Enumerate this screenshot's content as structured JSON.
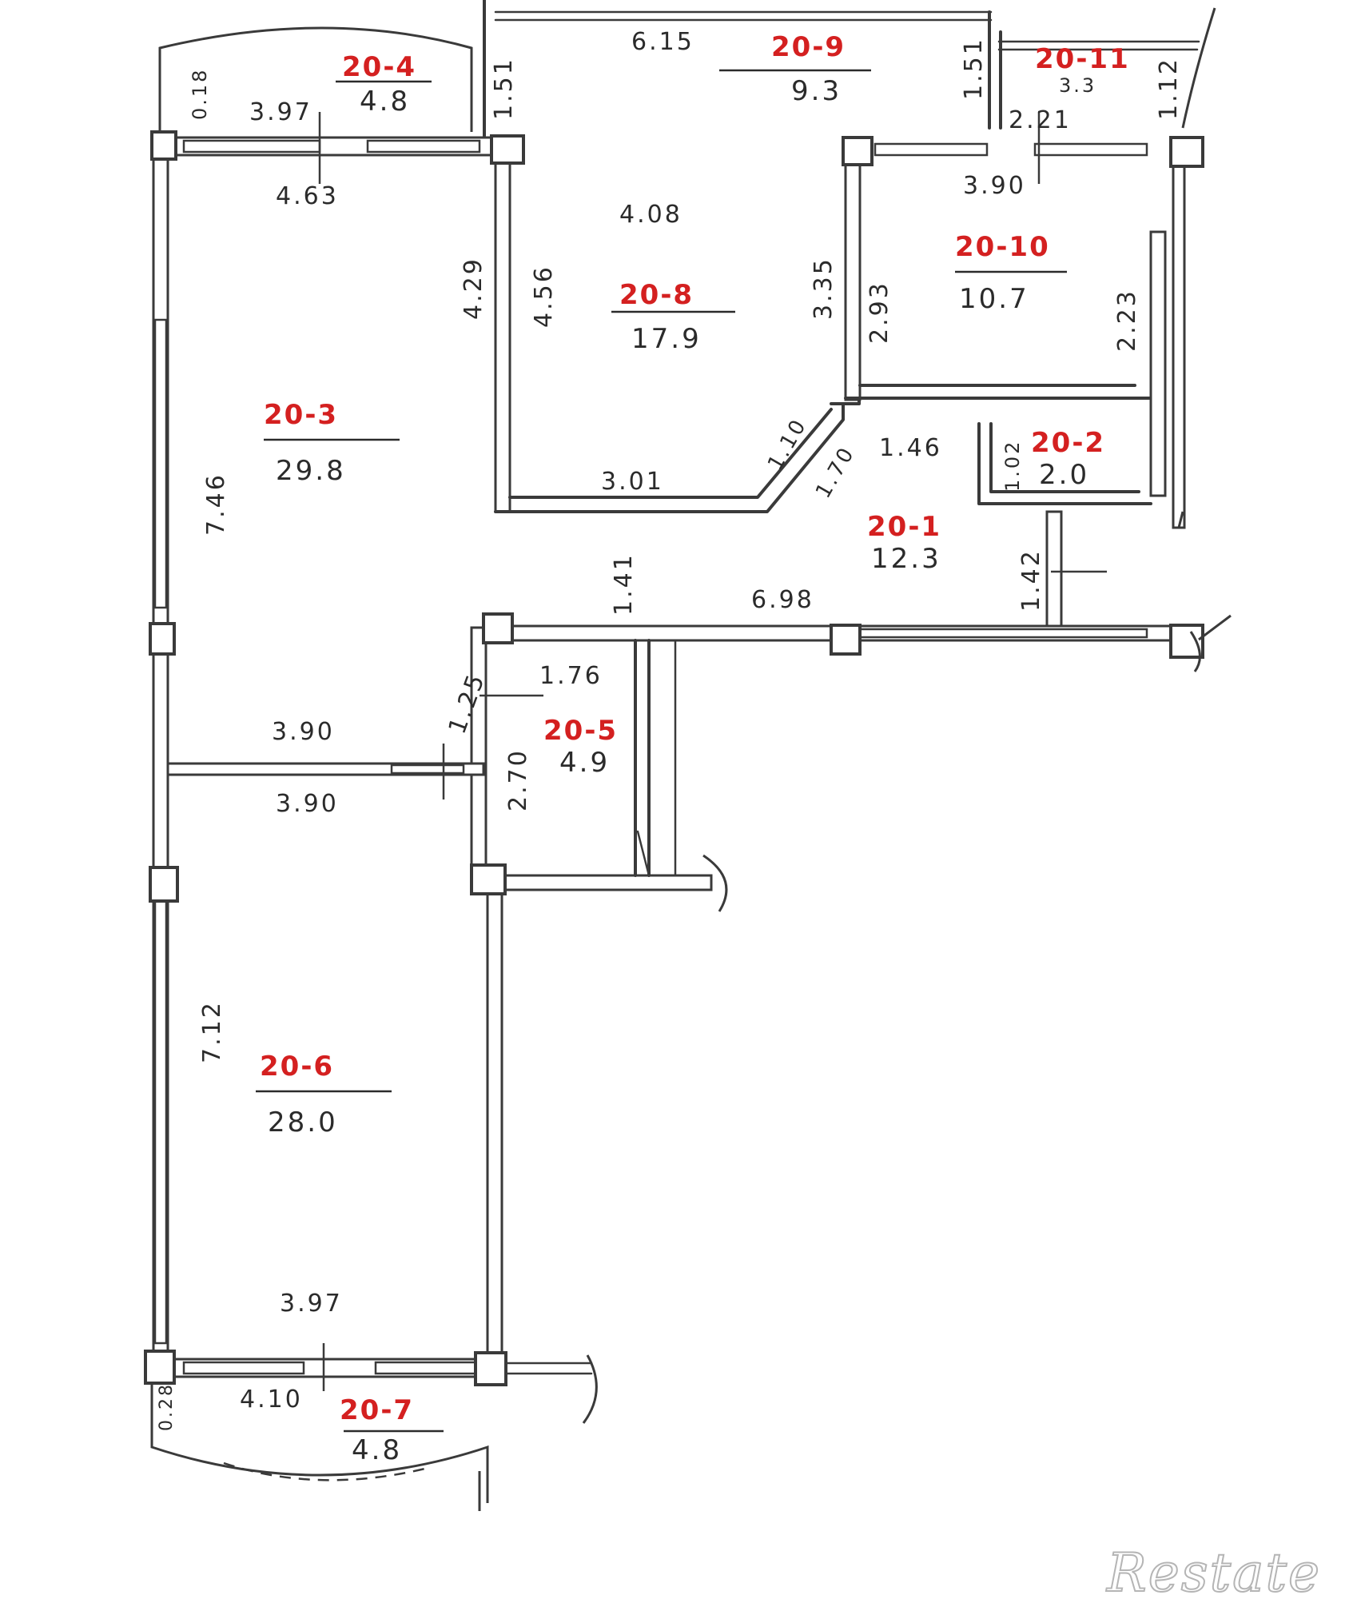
{
  "rooms": [
    {
      "code": "20-1",
      "area": "12.3"
    },
    {
      "code": "20-2",
      "area": "2.0"
    },
    {
      "code": "20-3",
      "area": "29.8"
    },
    {
      "code": "20-4",
      "area": "4.8"
    },
    {
      "code": "20-5",
      "area": "4.9"
    },
    {
      "code": "20-6",
      "area": "28.0"
    },
    {
      "code": "20-7",
      "area": "4.8"
    },
    {
      "code": "20-8",
      "area": "17.9"
    },
    {
      "code": "20-9",
      "area": "9.3"
    },
    {
      "code": "20-10",
      "area": "10.7"
    },
    {
      "code": "20-11",
      "area": "3.3"
    }
  ],
  "dimensions": [
    "0.18",
    "3.97",
    "1.51",
    "4.63",
    "6.15",
    "1.51",
    "1.12",
    "2.21",
    "3.90",
    "4.08",
    "4.29",
    "4.56",
    "3.35",
    "2.93",
    "2.23",
    "7.46",
    "3.01",
    "1.10",
    "1.70",
    "1.46",
    "1.02",
    "1.41",
    "1.42",
    "6.98",
    "1.25",
    "1.76",
    "3.90",
    "3.90",
    "2.70",
    "7.12",
    "3.97",
    "0.28",
    "4.10"
  ],
  "watermark": {
    "logo": "Restate"
  }
}
